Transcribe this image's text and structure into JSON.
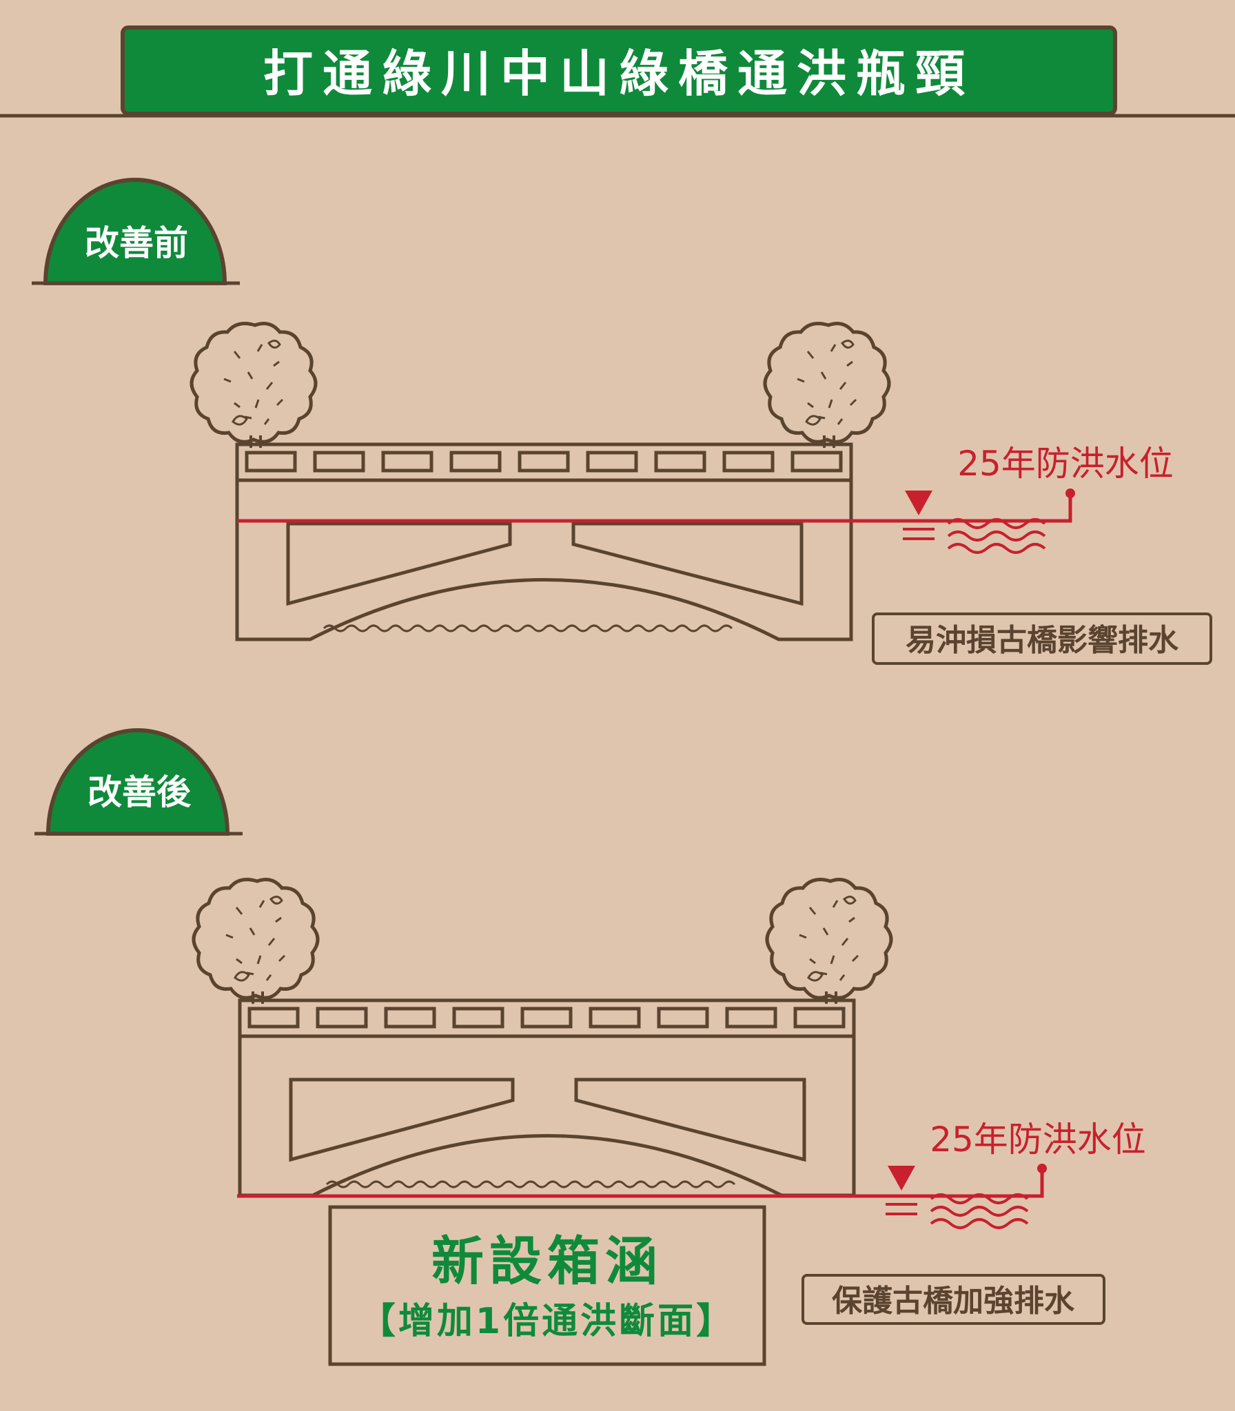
{
  "title": "打通綠川中山綠橋通洪瓶頸",
  "colors": {
    "background": "#dfc5ae",
    "green": "#0f8a3b",
    "brown": "#5a4430",
    "red": "#c8202e",
    "white": "#ffffff"
  },
  "before": {
    "badge": "改善前",
    "water_level_label": "25年防洪水位",
    "note": "易沖損古橋影響排水"
  },
  "after": {
    "badge": "改善後",
    "water_level_label": "25年防洪水位",
    "note": "保護古橋加強排水",
    "box_title": "新設箱涵",
    "box_subtitle": "【增加1倍通洪斷面】"
  }
}
